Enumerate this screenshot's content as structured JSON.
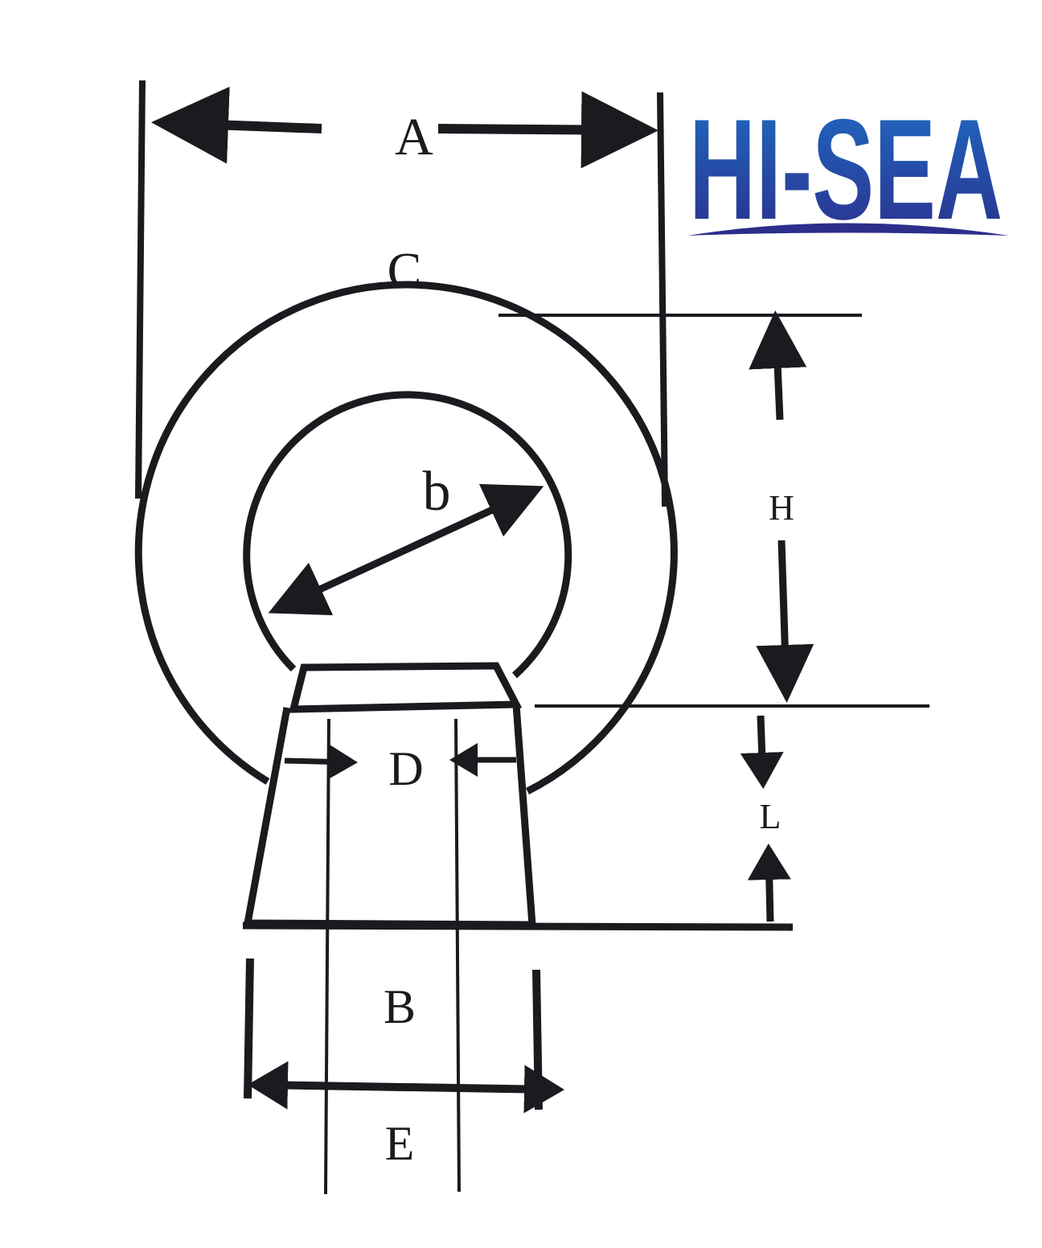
{
  "logo": {
    "text": "HI-SEA",
    "color_top": "#1e63b8",
    "color_bottom": "#2a2f8c"
  },
  "diagram": {
    "subject": "eye nut dimension drawing",
    "line_color": "#1a1a1f",
    "labels": {
      "A": "A",
      "C": "C",
      "b": "b",
      "H": "H",
      "D": "D",
      "L": "L",
      "B": "B",
      "E": "E"
    }
  }
}
